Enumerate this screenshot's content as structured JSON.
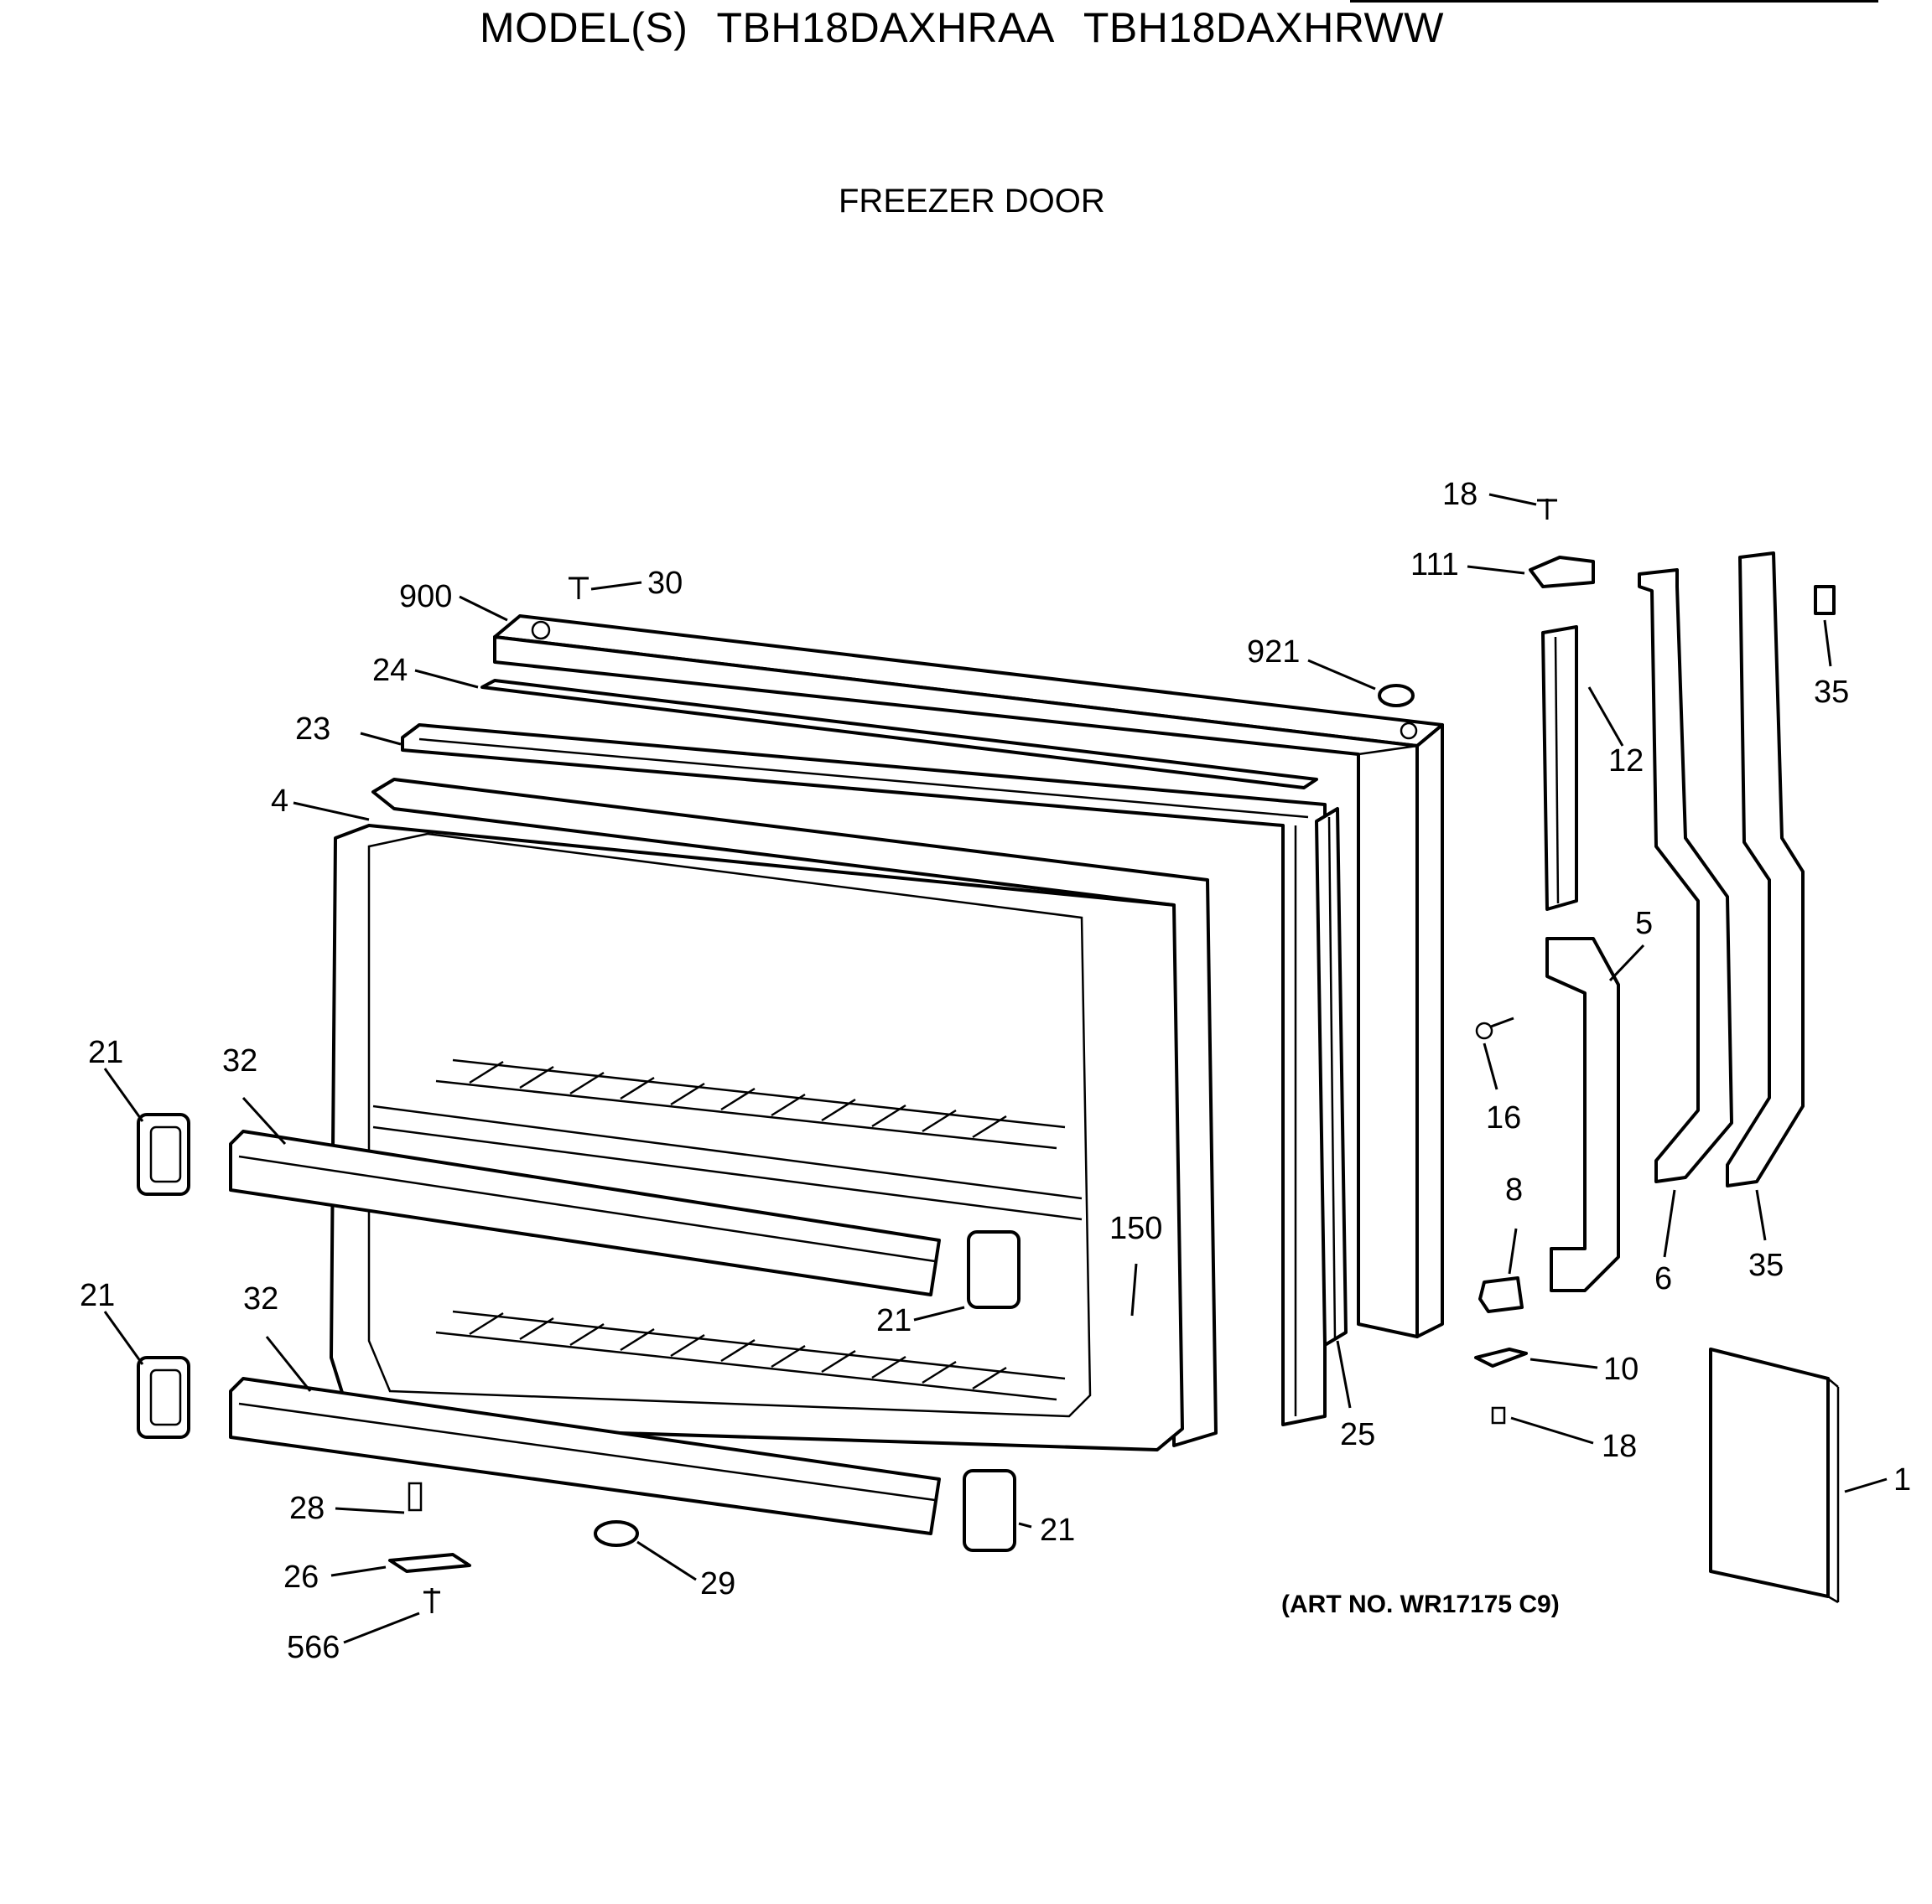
{
  "header": {
    "model_prefix": "MODEL(S)",
    "models": [
      "TBH18DAXHRAA",
      "TBH18DAXHRWW"
    ]
  },
  "subtitle": "FREEZER DOOR",
  "art_number": "(ART NO. WR17175 C9)",
  "callouts": [
    {
      "id": "900",
      "label": "900"
    },
    {
      "id": "30",
      "label": "30"
    },
    {
      "id": "24",
      "label": "24"
    },
    {
      "id": "23",
      "label": "23"
    },
    {
      "id": "4",
      "label": "4"
    },
    {
      "id": "921",
      "label": "921"
    },
    {
      "id": "18a",
      "label": "18"
    },
    {
      "id": "111",
      "label": "111"
    },
    {
      "id": "12",
      "label": "12"
    },
    {
      "id": "35a",
      "label": "35"
    },
    {
      "id": "5",
      "label": "5"
    },
    {
      "id": "16",
      "label": "16"
    },
    {
      "id": "8",
      "label": "8"
    },
    {
      "id": "6",
      "label": "6"
    },
    {
      "id": "35b",
      "label": "35"
    },
    {
      "id": "10",
      "label": "10"
    },
    {
      "id": "18b",
      "label": "18"
    },
    {
      "id": "25",
      "label": "25"
    },
    {
      "id": "150",
      "label": "150"
    },
    {
      "id": "21a",
      "label": "21"
    },
    {
      "id": "32a",
      "label": "32"
    },
    {
      "id": "21b",
      "label": "21"
    },
    {
      "id": "21c",
      "label": "21"
    },
    {
      "id": "32b",
      "label": "32"
    },
    {
      "id": "21d",
      "label": "21"
    },
    {
      "id": "28",
      "label": "28"
    },
    {
      "id": "26",
      "label": "26"
    },
    {
      "id": "566",
      "label": "566"
    },
    {
      "id": "29",
      "label": "29"
    },
    {
      "id": "1",
      "label": "1"
    }
  ]
}
